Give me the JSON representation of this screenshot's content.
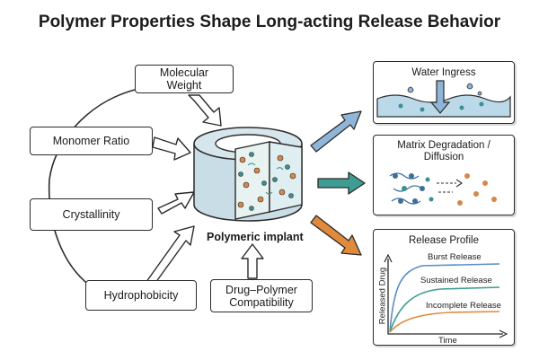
{
  "title": "Polymer Properties Shape Long-acting Release Behavior",
  "factors": {
    "molecular_weight": "Molecular Weight",
    "monomer_ratio": "Monomer Ratio",
    "crystallinity": "Crystallinity",
    "hydrophobicity": "Hydrophobicity",
    "drug_polymer_compatibility": "Drug–Polymer Compatibility"
  },
  "center_label": "Polymeric implant",
  "panels": {
    "water_ingress": "Water Ingress",
    "matrix_degradation": "Matrix Degradation / Diffusion",
    "release_profile": "Release Profile"
  },
  "release_profile": {
    "y_axis": "Released Drug",
    "x_axis": "Time",
    "curves": [
      "Burst Release",
      "Sustained Release",
      "Incomplete Release"
    ]
  },
  "colors": {
    "arrow_blue": "#8fb6d8",
    "arrow_teal": "#3e9c93",
    "arrow_orange": "#e08a3e",
    "implant_light": "#c9dde6",
    "particle_orange": "#d8864a",
    "particle_teal": "#3c8f92",
    "water": "#bcd9ea"
  }
}
